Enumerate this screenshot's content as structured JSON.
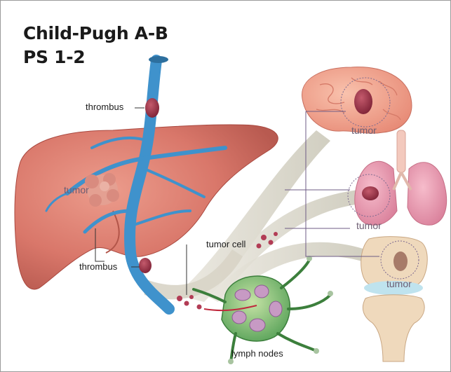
{
  "title": {
    "line1": "Child-Pugh A-B",
    "line2": "PS 1-2"
  },
  "labels": {
    "thrombus_top": "thrombus",
    "thrombus_bottom": "thrombus",
    "liver_tumor": "tumor",
    "tumor_cell": "tumor cell",
    "lymph_nodes": "lymph nodes",
    "brain_tumor": "tumor",
    "lung_tumor": "tumor",
    "bone_tumor": "tumor"
  },
  "colors": {
    "liver": "#d9776a",
    "vessel": "#3f92cc",
    "brain": "#f2a792",
    "lung": "#ea9fb4",
    "bone": "#f0dcc2",
    "lymph": "#7fbf72",
    "tumor": "#a1344a",
    "spread_path": "#ddd9cc"
  }
}
